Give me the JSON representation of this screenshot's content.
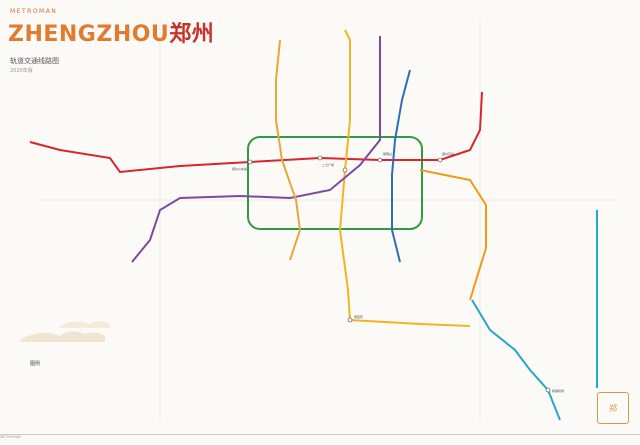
{
  "brand": {
    "metroman": "METROMAN",
    "city_en": "ZHENGZHOU",
    "city_cn": "郑州",
    "subtitle": "轨道交通线路图",
    "edition": "2020年版"
  },
  "colors": {
    "line1": "#d7262d",
    "line2": "#f2b421",
    "line3": "#7d4aa0",
    "line4": "#2f6db5",
    "line5": "#2e9b47",
    "line14": "#e6a73c",
    "chengjiao": "#26a6c9",
    "background": "#fcfaf6"
  },
  "legend": {
    "title": "图例"
  },
  "stations": {
    "s1": "郑州火车站",
    "s2": "二七广场",
    "s3": "紫荆山",
    "s4": "郑州东站",
    "s5": "南四环",
    "s6": "新郑机场"
  },
  "seal": "郑",
  "footer": "METROMAN"
}
